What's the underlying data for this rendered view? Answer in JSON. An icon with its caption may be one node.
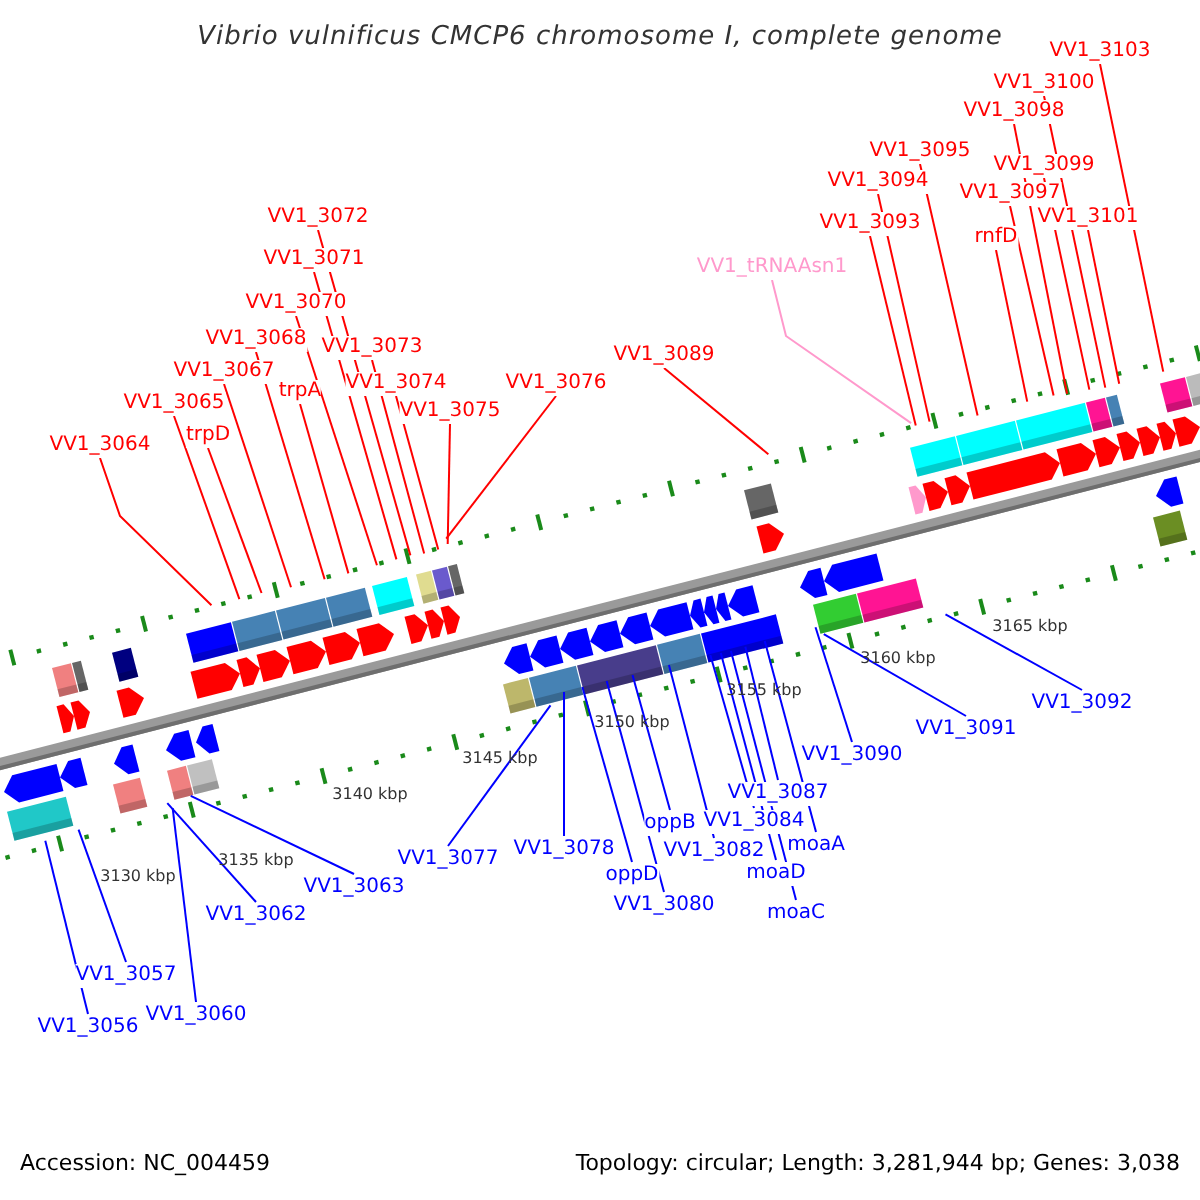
{
  "diagram": {
    "title": "Vibrio vulnificus CMCP6 chromosome I, complete genome",
    "nodes": [
      {
        "text": [
          "VV1_3103"
        ]
      },
      {
        "text": [
          "VV1_3100"
        ]
      },
      {
        "text": [
          "VV1_3098"
        ]
      },
      {
        "text": [
          "VV1_3095"
        ]
      },
      {
        "text": [
          "VV1_3099"
        ]
      },
      {
        "text": [
          "VV1_3094"
        ]
      },
      {
        "text": [
          "VV1_3097"
        ]
      },
      {
        "text": [
          "VV1_3072"
        ]
      },
      {
        "text": [
          "VV1_3101"
        ]
      },
      {
        "text": [
          "VV1_3093"
        ]
      },
      {
        "text": [
          "rnfD"
        ]
      },
      {
        "text": [
          "VV1_3071"
        ]
      },
      {
        "text": [
          "VV1_tRNAAsn1"
        ]
      },
      {
        "text": [
          "VV1_3070"
        ]
      },
      {
        "text": [
          "VV1_3068"
        ]
      },
      {
        "text": [
          "VV1_3073"
        ]
      },
      {
        "text": [
          "VV1_3089"
        ]
      },
      {
        "text": [
          "VV1_3067"
        ]
      },
      {
        "text": [
          "VV1_3074"
        ]
      },
      {
        "text": [
          "VV1_3076"
        ]
      },
      {
        "text": [
          "trpA"
        ]
      },
      {
        "text": [
          "VV1_3065"
        ]
      },
      {
        "text": [
          "VV1_3075"
        ]
      },
      {
        "text": [
          "trpD"
        ]
      },
      {
        "text": [
          "VV1_3064"
        ]
      },
      {
        "text": [
          "VV1_3092"
        ]
      },
      {
        "text": [
          "VV1_3091"
        ]
      },
      {
        "text": [
          "VV1_3090"
        ]
      },
      {
        "text": [
          "VV1_3087"
        ]
      },
      {
        "text": [
          "VV1_3084"
        ]
      },
      {
        "text": [
          "oppB"
        ]
      },
      {
        "text": [
          "moaA"
        ]
      },
      {
        "text": [
          "VV1_3078"
        ]
      },
      {
        "text": [
          "VV1_3082"
        ]
      },
      {
        "text": [
          "VV1_3077"
        ]
      },
      {
        "text": [
          "moaD"
        ]
      },
      {
        "text": [
          "oppD"
        ]
      },
      {
        "text": [
          "VV1_3063"
        ]
      },
      {
        "text": [
          "VV1_3080"
        ]
      },
      {
        "text": [
          "moaC"
        ]
      },
      {
        "text": [
          "VV1_3062"
        ]
      },
      {
        "text": [
          "VV1_3057"
        ]
      },
      {
        "text": [
          "VV1_3060"
        ]
      },
      {
        "text": [
          "VV1_3056"
        ]
      }
    ],
    "edges": [
      {
        "from": 0,
        "to": null,
        "arrow": "none"
      },
      {
        "from": 1,
        "to": null,
        "arrow": "none"
      },
      {
        "from": 2,
        "to": null,
        "arrow": "none"
      },
      {
        "from": 3,
        "to": null,
        "arrow": "none"
      },
      {
        "from": 4,
        "to": null,
        "arrow": "none"
      },
      {
        "from": 5,
        "to": null,
        "arrow": "none"
      },
      {
        "from": 6,
        "to": null,
        "arrow": "none"
      },
      {
        "from": 7,
        "to": null,
        "arrow": "none"
      },
      {
        "from": 8,
        "to": null,
        "arrow": "none"
      },
      {
        "from": 9,
        "to": null,
        "arrow": "none"
      },
      {
        "from": 10,
        "to": null,
        "arrow": "none"
      },
      {
        "from": 11,
        "to": null,
        "arrow": "none"
      },
      {
        "from": 12,
        "to": null,
        "arrow": "none",
        "color": "#ff99cc"
      },
      {
        "from": 13,
        "to": null,
        "arrow": "none"
      },
      {
        "from": 14,
        "to": null,
        "arrow": "none"
      },
      {
        "from": 15,
        "to": null,
        "arrow": "none"
      },
      {
        "from": 16,
        "to": null,
        "arrow": "none"
      },
      {
        "from": 17,
        "to": null,
        "arrow": "none"
      },
      {
        "from": 18,
        "to": null,
        "arrow": "none"
      },
      {
        "from": 19,
        "to": null,
        "arrow": "none"
      },
      {
        "from": 20,
        "to": null,
        "arrow": "none"
      },
      {
        "from": 21,
        "to": null,
        "arrow": "none"
      },
      {
        "from": 22,
        "to": null,
        "arrow": "none"
      },
      {
        "from": 23,
        "to": null,
        "arrow": "none"
      },
      {
        "from": 24,
        "to": null,
        "arrow": "none"
      },
      {
        "from": 25,
        "to": null,
        "arrow": "none",
        "color": "#0000ff"
      },
      {
        "from": 26,
        "to": null,
        "arrow": "none",
        "color": "#0000ff"
      },
      {
        "from": 27,
        "to": null,
        "arrow": "none",
        "color": "#0000ff"
      },
      {
        "from": 28,
        "to": null,
        "arrow": "none",
        "color": "#0000ff"
      },
      {
        "from": 29,
        "to": null,
        "arrow": "none",
        "color": "#0000ff"
      },
      {
        "from": 30,
        "to": null,
        "arrow": "none",
        "color": "#0000ff"
      },
      {
        "from": 31,
        "to": null,
        "arrow": "none",
        "color": "#0000ff"
      },
      {
        "from": 32,
        "to": null,
        "arrow": "none",
        "color": "#0000ff"
      },
      {
        "from": 33,
        "to": null,
        "arrow": "none",
        "color": "#0000ff"
      },
      {
        "from": 34,
        "to": null,
        "arrow": "none",
        "color": "#0000ff"
      },
      {
        "from": 35,
        "to": null,
        "arrow": "none",
        "color": "#0000ff"
      },
      {
        "from": 36,
        "to": null,
        "arrow": "none",
        "color": "#0000ff"
      },
      {
        "from": 37,
        "to": null,
        "arrow": "none",
        "color": "#0000ff"
      },
      {
        "from": 38,
        "to": null,
        "arrow": "none",
        "color": "#0000ff"
      },
      {
        "from": 39,
        "to": null,
        "arrow": "none",
        "color": "#0000ff"
      },
      {
        "from": 40,
        "to": null,
        "arrow": "none",
        "color": "#0000ff"
      },
      {
        "from": 41,
        "to": null,
        "arrow": "none",
        "color": "#0000ff"
      },
      {
        "from": 42,
        "to": null,
        "arrow": "none",
        "color": "#0000ff"
      },
      {
        "from": 43,
        "to": null,
        "arrow": "none",
        "color": "#0000ff"
      }
    ],
    "labels": [
      "3165 kbp",
      "3160 kbp",
      "3155 kbp",
      "3150 kbp",
      "3145 kbp",
      "3140 kbp",
      "3135 kbp",
      "3130 kbp",
      "Accession: NC_004459",
      "Topology: circular; Length: 3,281,944 bp; Genes: 3,038"
    ]
  }
}
